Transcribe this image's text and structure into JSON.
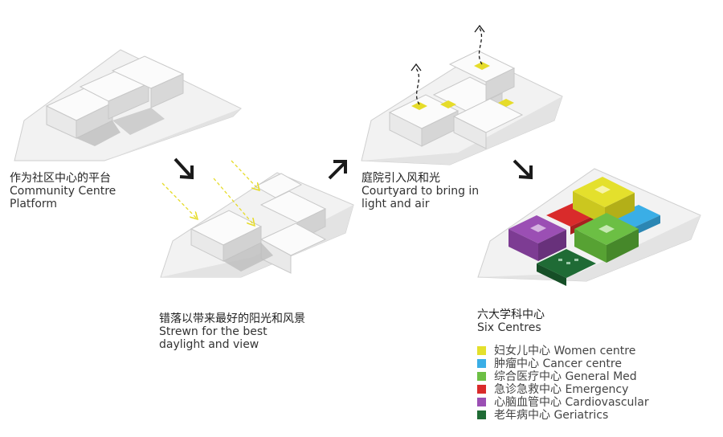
{
  "colors": {
    "women": "#e4e02c",
    "cancer": "#3aaee6",
    "general": "#6cbf44",
    "emergency": "#d92b2b",
    "cardio": "#9b4fb4",
    "geriatrics": "#1f6b35",
    "arrow": "#1a1a1a",
    "sun": "#e6dc2a"
  },
  "steps": [
    {
      "zh": "作为社区中心的平台",
      "en1": "Community Centre",
      "en2": "Platform"
    },
    {
      "zh": "错落以带来最好的阳光和风景",
      "en1": "Strewn for the best",
      "en2": "daylight and view"
    },
    {
      "zh": "庭院引入风和光",
      "en1": "Courtyard to bring in",
      "en2": "light and air"
    },
    {
      "zh": "六大学科中心",
      "en1": "Six Centres",
      "en2": ""
    }
  ],
  "legend": [
    {
      "label": "妇女儿中心 Women centre",
      "color": "#e4e02c"
    },
    {
      "label": "肿瘤中心 Cancer centre",
      "color": "#3aaee6"
    },
    {
      "label": "综合医疗中心 General Med",
      "color": "#6cbf44"
    },
    {
      "label": "急诊急救中心 Emergency",
      "color": "#d92b2b"
    },
    {
      "label": "心脑血管中心 Cardiovascular",
      "color": "#9b4fb4"
    },
    {
      "label": "老年病中心 Geriatrics",
      "color": "#1f6b35"
    }
  ]
}
